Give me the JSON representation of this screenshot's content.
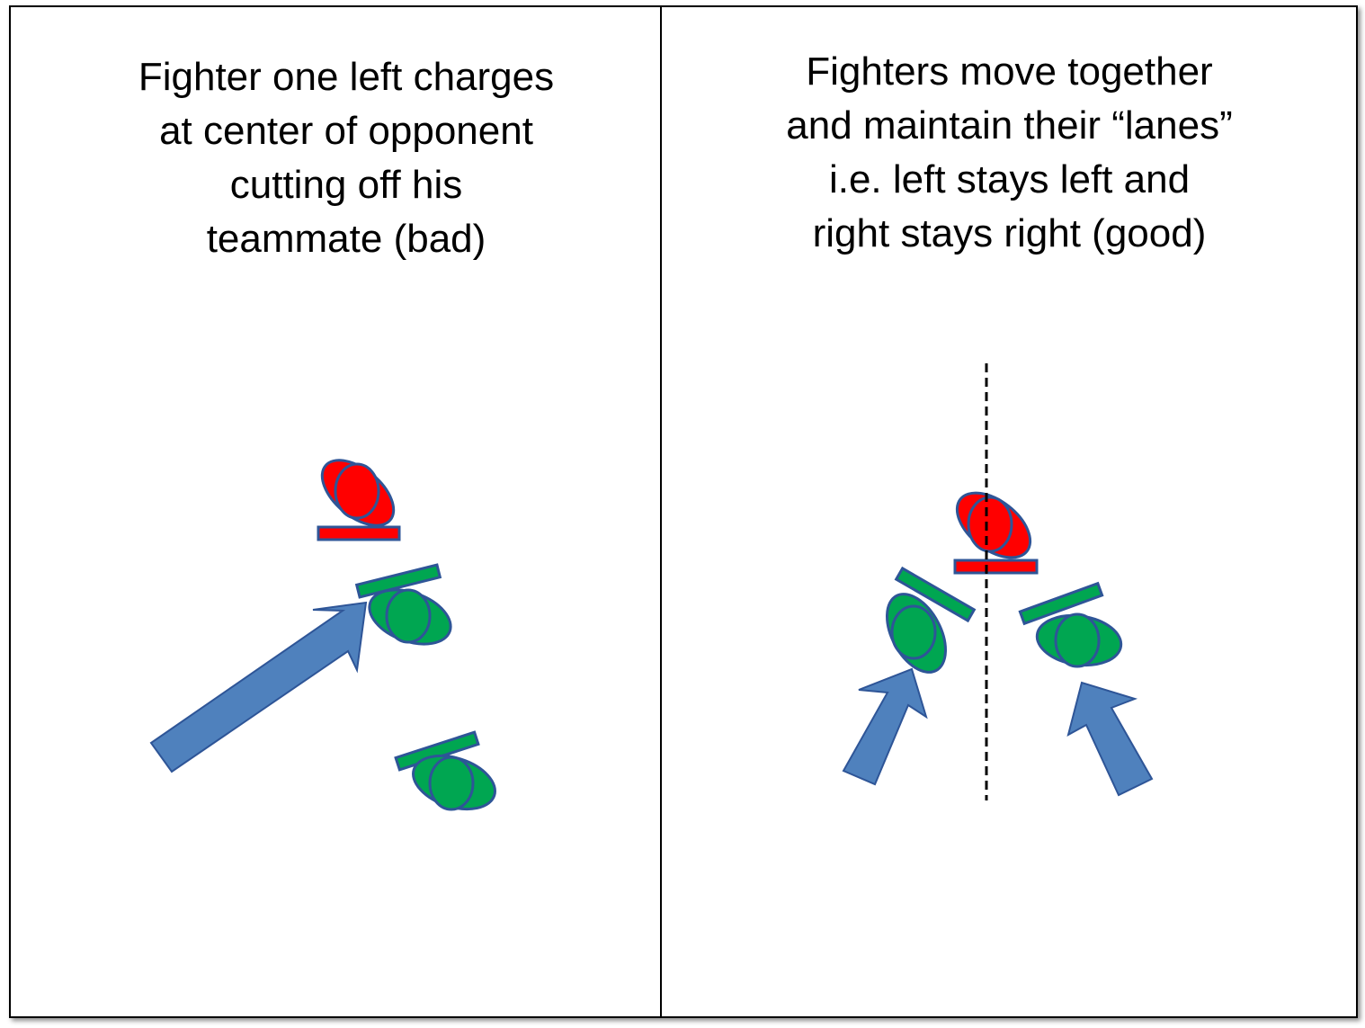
{
  "panels": [
    {
      "id": "left",
      "caption_lines": [
        "Fighter one left charges",
        "at center of opponent",
        "cutting off his",
        "teammate (bad)"
      ]
    },
    {
      "id": "right",
      "caption_lines": [
        "Fighters move together",
        "and maintain their “lanes”",
        "i.e. left stays left and",
        "right stays right (good)"
      ]
    }
  ],
  "colors": {
    "opponent": "#ff0000",
    "teammate": "#00a651",
    "arrow": "#4f81bd",
    "outline": "#2e5597",
    "lane_line": "#000000"
  },
  "icons": {
    "opponent": "red-fighter-icon",
    "teammate": "green-fighter-icon",
    "movement": "arrow-icon",
    "lane": "dashed-lane-line"
  }
}
